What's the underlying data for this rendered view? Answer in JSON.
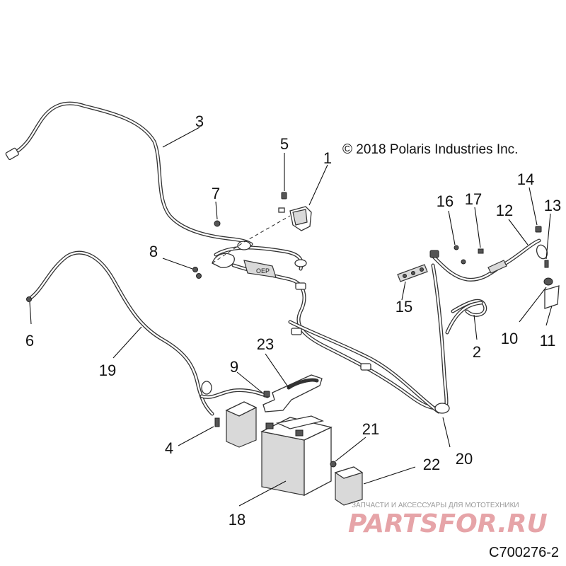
{
  "copyright": "© 2018 Polaris Industries Inc.",
  "document_id": "C700276-2",
  "watermark": {
    "tagline": "ЗАПЧАСТИ И АКСЕССУАРЫ ДЛЯ МОТОТЕХНИКИ",
    "brand": "PARTSFOR.RU"
  },
  "callouts": {
    "c1": "1",
    "c2": "2",
    "c3": "3",
    "c4": "4",
    "c5": "5",
    "c6": "6",
    "c7": "7",
    "c8": "8",
    "c9": "9",
    "c10": "10",
    "c11": "11",
    "c12": "12",
    "c13": "13",
    "c14": "14",
    "c15": "15",
    "c16": "16",
    "c17": "17",
    "c18": "18",
    "c19": "19",
    "c20": "20",
    "c21": "21",
    "c22": "22",
    "c23": "23"
  }
}
